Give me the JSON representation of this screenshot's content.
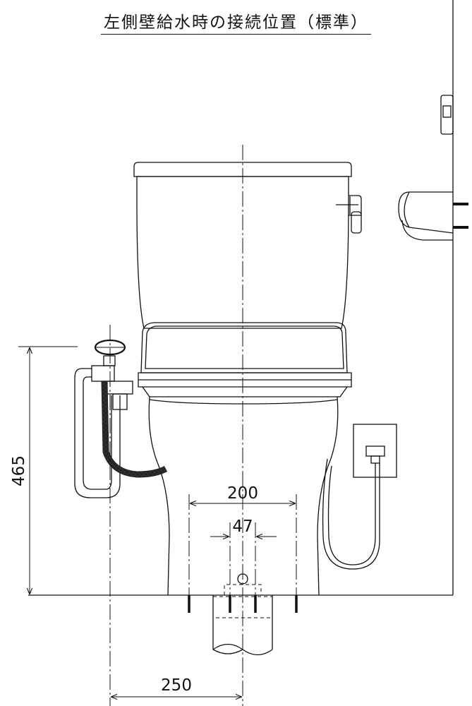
{
  "title": "左側壁給水時の接続位置（標準）",
  "dimensions": {
    "height_465": "465",
    "width_200": "200",
    "width_47": "47",
    "width_250": "250"
  }
}
